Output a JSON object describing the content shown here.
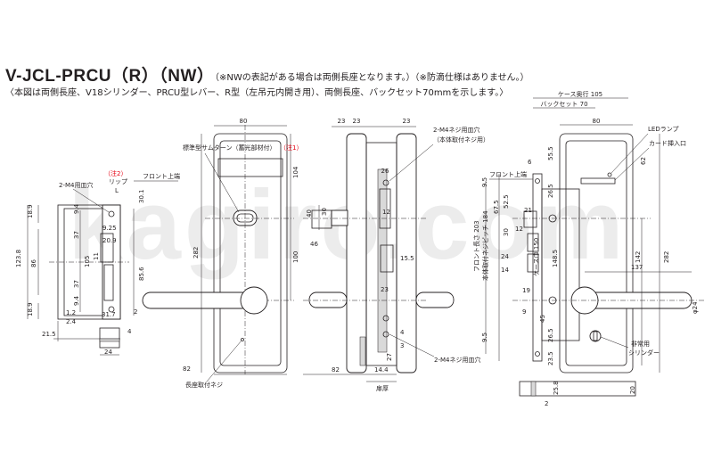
{
  "title": "V-JCL-PRCU（R）（NW）",
  "note": "（※NWの表記がある場合は両側長座となります。）（※防滴仕様はありません。）",
  "subtitle": "〈本図は両側長座、V18シリンダー、PRCU型レバー、R型（左吊元内開き用）、両側長座、バックセット70mmを示します。〉",
  "watermark": "kagiro.com",
  "callouts": {
    "thumbturn": "標準型サムターン（蓄光部材付）",
    "note1": "（注1）",
    "note2": "（注2）",
    "lip": "リップ",
    "lip_l": "L",
    "m4_hole": "2-M4用皿穴",
    "front_top": "フロント上端",
    "m4_screw_hole": "2-M4ネジ用皿穴",
    "m4_screw_sub": "（本体取付ネジ用）",
    "plate_screw": "長座取付ネジ",
    "door_thickness": "扉厚",
    "front_top_right": "フロント上端",
    "case_depth": "ケース奥行 105",
    "backset": "バックセット 70",
    "led": "LEDランプ",
    "card_slot": "カード挿入口",
    "front_length": "フロント長さ 203",
    "screw_pitch": "本体取付ネジピッチ 184",
    "case_height": "ケース巾 150",
    "emergency_cylinder_1": "非常用",
    "emergency_cylinder_2": "シリンダー",
    "diameter": "φ24"
  },
  "dims": {
    "strike": [
      "18.9",
      "123.8",
      "86",
      "18.9",
      "9.4",
      "37",
      "105",
      "9.4",
      "11",
      "37",
      "9.25",
      "20.9",
      "85.6",
      "30.1",
      "1.2",
      "2.4",
      "21.5",
      "31.7",
      "2",
      "4",
      "24"
    ],
    "plate": [
      "80",
      "282",
      "104",
      "100",
      "82"
    ],
    "side": [
      "23",
      "23",
      "23",
      "26",
      "40",
      "30",
      "46",
      "12",
      "15.5",
      "23",
      "14.4",
      "82",
      "27",
      "3",
      "4"
    ],
    "right": [
      "9.5",
      "6",
      "55.5",
      "62",
      "80",
      "26.5",
      "67.5",
      "52.5",
      "30",
      "21",
      "12",
      "24",
      "14",
      "19",
      "148.5",
      "142",
      "282",
      "137",
      "9",
      "45",
      "26.5",
      "9.5",
      "23.5",
      "25.8",
      "20",
      "2"
    ]
  },
  "colors": {
    "line": "#231f20",
    "note_red": "#e60012",
    "watermark": "#e8e8e8"
  }
}
